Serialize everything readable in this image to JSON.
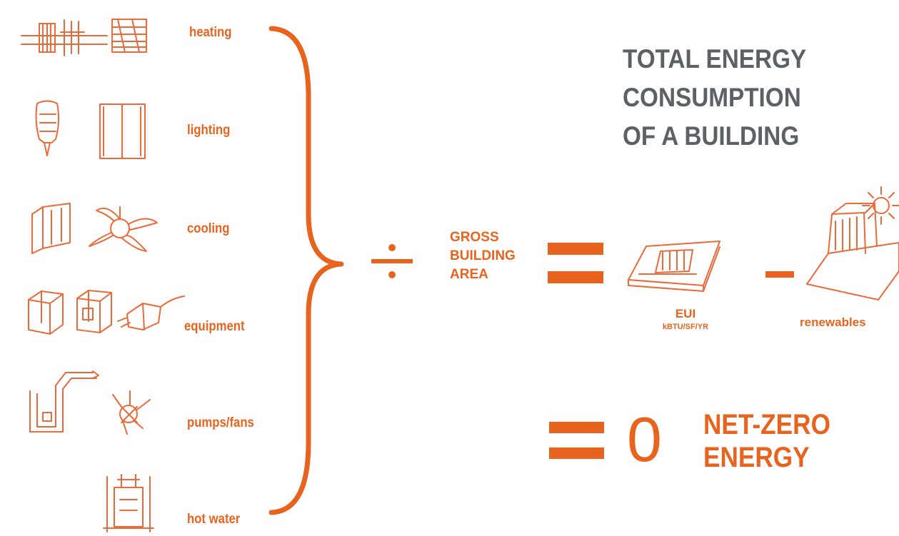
{
  "colors": {
    "accent": "#e8641e",
    "sketch": "#eb6a3a",
    "title_gray": "#5c6165"
  },
  "categories": [
    {
      "key": "heating",
      "label": "heating",
      "icon": "radiator-sketch-icon"
    },
    {
      "key": "lighting",
      "label": "lighting",
      "icon": "lamp-window-sketch-icon"
    },
    {
      "key": "cooling",
      "label": "cooling",
      "icon": "ceiling-fan-sketch-icon"
    },
    {
      "key": "equipment",
      "label": "equipment",
      "icon": "appliance-sketch-icon"
    },
    {
      "key": "pumps_fans",
      "label": "pumps/fans",
      "icon": "pump-fan-sketch-icon"
    },
    {
      "key": "hot_water",
      "label": "hot water",
      "icon": "water-heater-sketch-icon"
    }
  ],
  "title": {
    "line1": "TOTAL ENERGY",
    "line2": "CONSUMPTION",
    "line3": "OF A BUILDING"
  },
  "divisor": {
    "line1": "GROSS",
    "line2": "BUILDING",
    "line3": "AREA"
  },
  "eui": {
    "label": "EUI",
    "unit": "kBTU/SF/YR"
  },
  "renewables": {
    "label": "renewables"
  },
  "result": {
    "value": "0",
    "line1": "NET-ZERO",
    "line2": "ENERGY"
  }
}
